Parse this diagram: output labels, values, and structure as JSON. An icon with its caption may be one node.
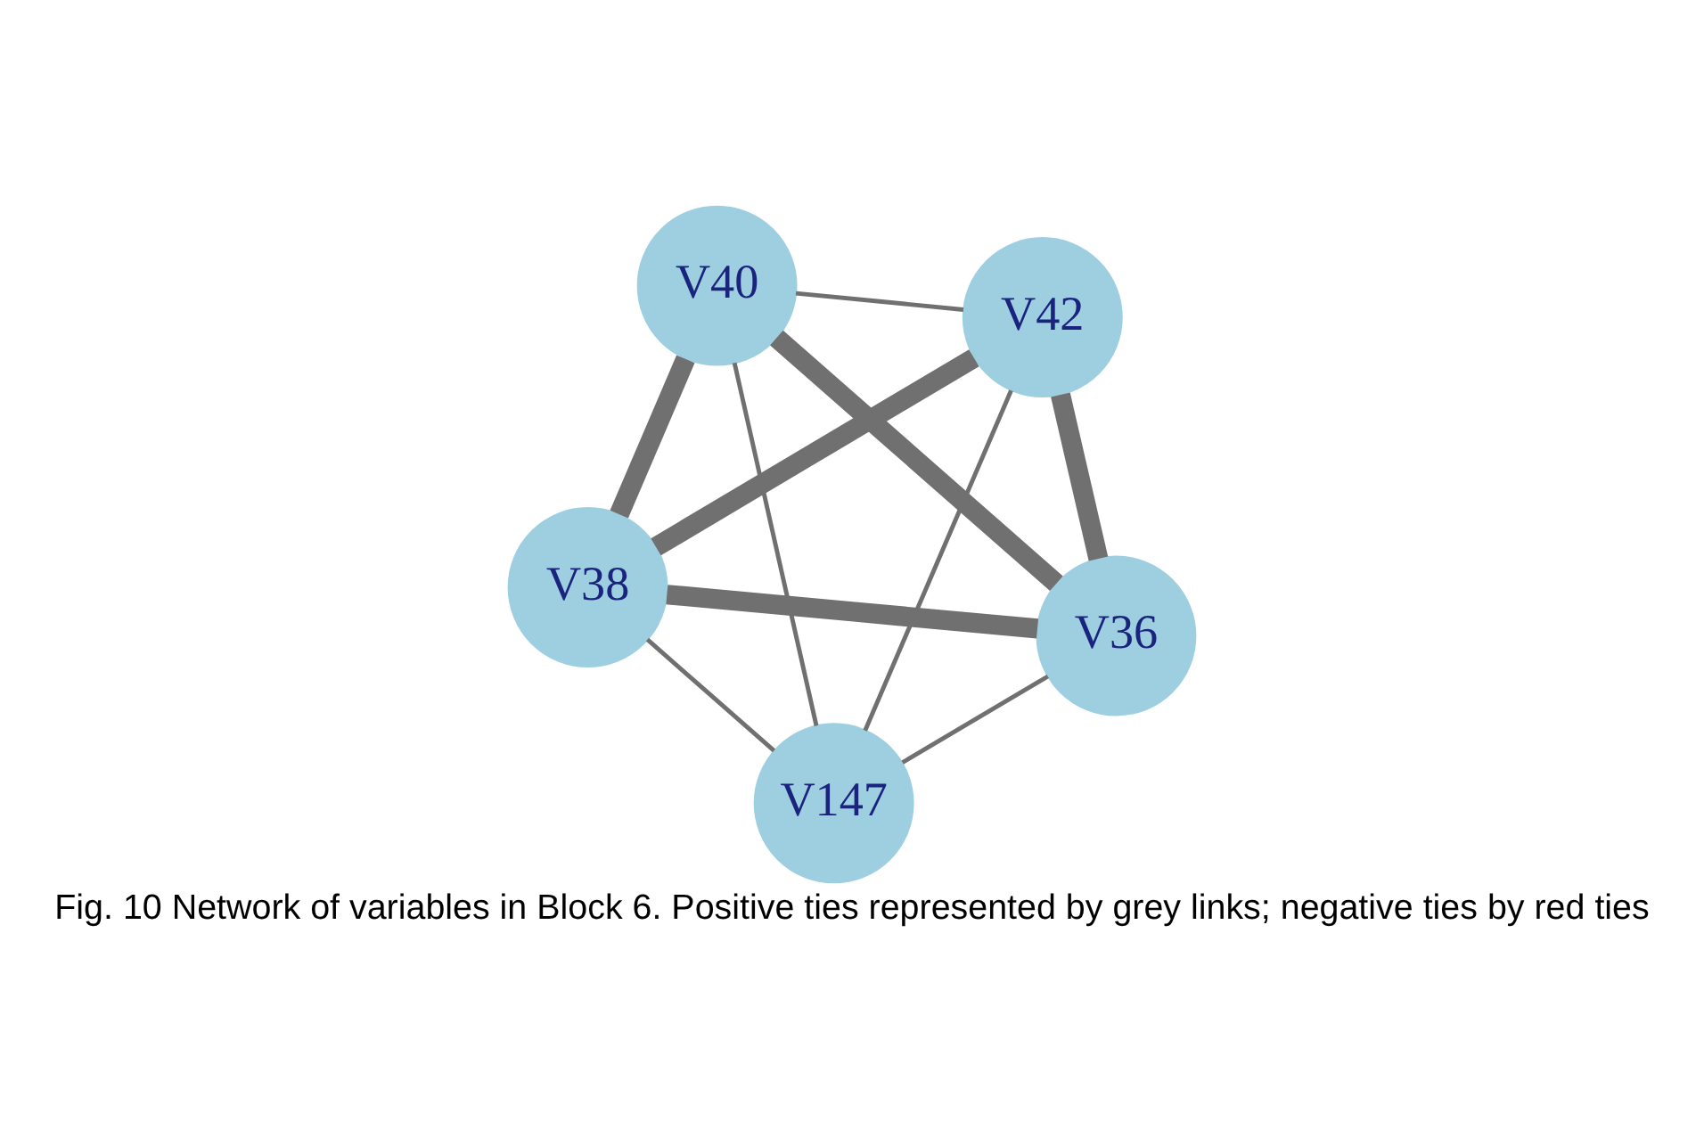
{
  "diagram": {
    "caption": "Fig. 10 Network of variables in Block 6. Positive ties represented by grey links; negative ties by red ties",
    "nodes": [
      {
        "text": [
          "V38"
        ]
      },
      {
        "text": [
          "V36"
        ]
      },
      {
        "text": [
          "V147"
        ]
      },
      {
        "text": [
          "V40"
        ]
      },
      {
        "text": [
          "V42"
        ]
      }
    ],
    "edges": [
      {
        "from": 0,
        "to": 1,
        "arrow": "none",
        "style": "thick"
      },
      {
        "from": 0,
        "to": 2,
        "arrow": "none"
      },
      {
        "from": 0,
        "to": 3,
        "arrow": "none",
        "style": "thick"
      },
      {
        "from": 0,
        "to": 4,
        "arrow": "none",
        "style": "thick"
      },
      {
        "from": 1,
        "to": 2,
        "arrow": "none"
      },
      {
        "from": 1,
        "to": 3,
        "arrow": "none",
        "style": "thick"
      },
      {
        "from": 1,
        "to": 4,
        "arrow": "none",
        "style": "thick"
      },
      {
        "from": 2,
        "to": 3,
        "arrow": "none"
      },
      {
        "from": 2,
        "to": 4,
        "arrow": "none"
      },
      {
        "from": 3,
        "to": 4,
        "arrow": "none"
      }
    ]
  }
}
